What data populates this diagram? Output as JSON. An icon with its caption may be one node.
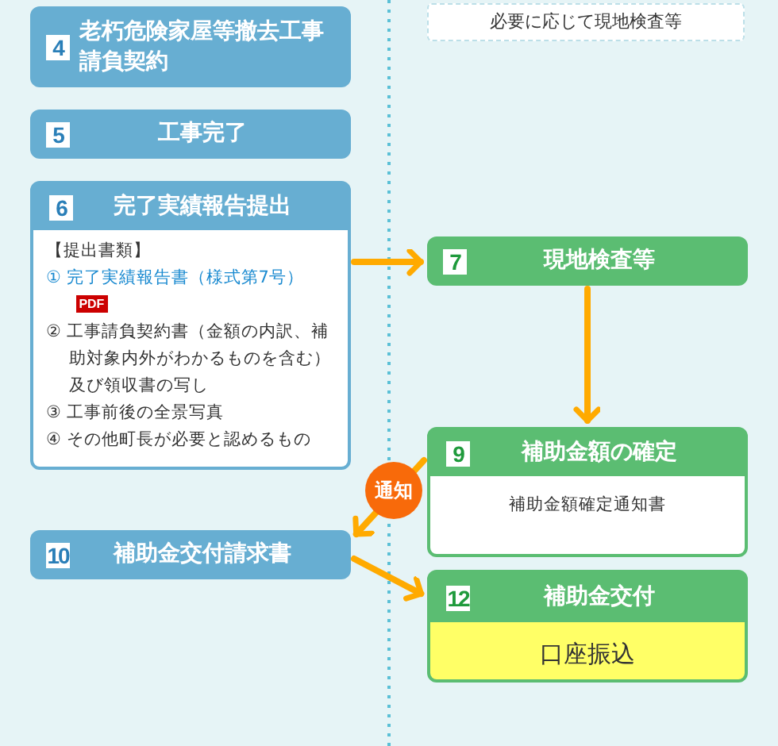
{
  "diagram": {
    "nodes": [
      {
        "text": [
          "4",
          "老朽危険家屋等撤去工事請負契約"
        ]
      },
      {
        "text": [
          "5",
          "工事完了"
        ]
      },
      {
        "text": [
          "6",
          "完了実績報告提出",
          "【提出書類】",
          "① 完了実績報告書（様式第7号）",
          "PDF",
          "② 工事請負契約書（金額の内訳、補助対象内外がわかるものを含む）及び領収書の写し",
          "③ 工事前後の全景写真",
          "④ その他町長が必要と認めるもの"
        ]
      },
      {
        "text": [
          "必要に応じて現地検査等"
        ]
      },
      {
        "text": [
          "7",
          "現地検査等"
        ]
      },
      {
        "text": [
          "9",
          "補助金額の確定",
          "補助金額確定通知書"
        ]
      },
      {
        "text": [
          "10",
          "補助金交付請求書"
        ]
      },
      {
        "text": [
          "12",
          "補助金交付",
          "口座振込"
        ]
      }
    ],
    "edges": [
      {
        "from": 2,
        "to": 4,
        "arrow": "to"
      },
      {
        "from": 4,
        "to": 5,
        "arrow": "to"
      },
      {
        "from": 5,
        "to": 6,
        "arrow": "to",
        "label": "通知"
      },
      {
        "from": 6,
        "to": 7,
        "arrow": "to"
      }
    ]
  }
}
